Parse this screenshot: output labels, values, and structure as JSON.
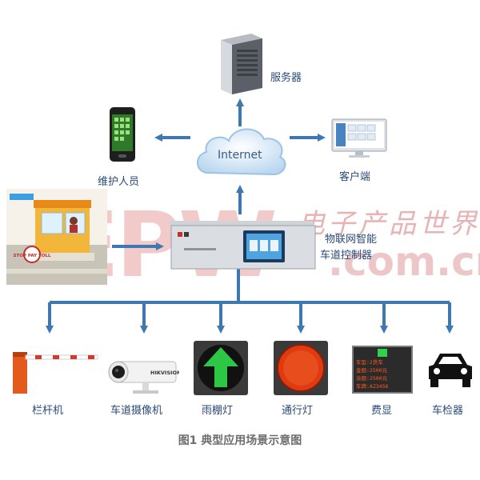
{
  "nodes": {
    "server": "服务器",
    "internet": "Internet",
    "maintenance": "维护人员",
    "client": "客户端",
    "controller_line1": "物联网智能",
    "controller_line2": "车道控制器",
    "barrier": "栏杆机",
    "camera": "车道摄像机",
    "canopy_light": "雨棚灯",
    "traffic_light": "通行灯",
    "fee_display": "费显",
    "vehicle_detector": "车检器"
  },
  "caption": "图1 典型应用场景示意图",
  "booth_sign": "STOP PAY TOLL",
  "camera_brand": "HIKVISION",
  "fee_display_lines": [
    "车型:2货车",
    "金额:2500元",
    "余额:2500元",
    "车牌:AZ3456"
  ],
  "watermark": {
    "logo": "EEPW",
    "cn": "电子产品世界",
    "domain": ".com.cn"
  },
  "colors": {
    "arrow": "#3d78b0",
    "label": "#2a4a78",
    "watermark": "#d94a4a",
    "green_light": "#2fd24a",
    "red_light": "#e03a10"
  }
}
